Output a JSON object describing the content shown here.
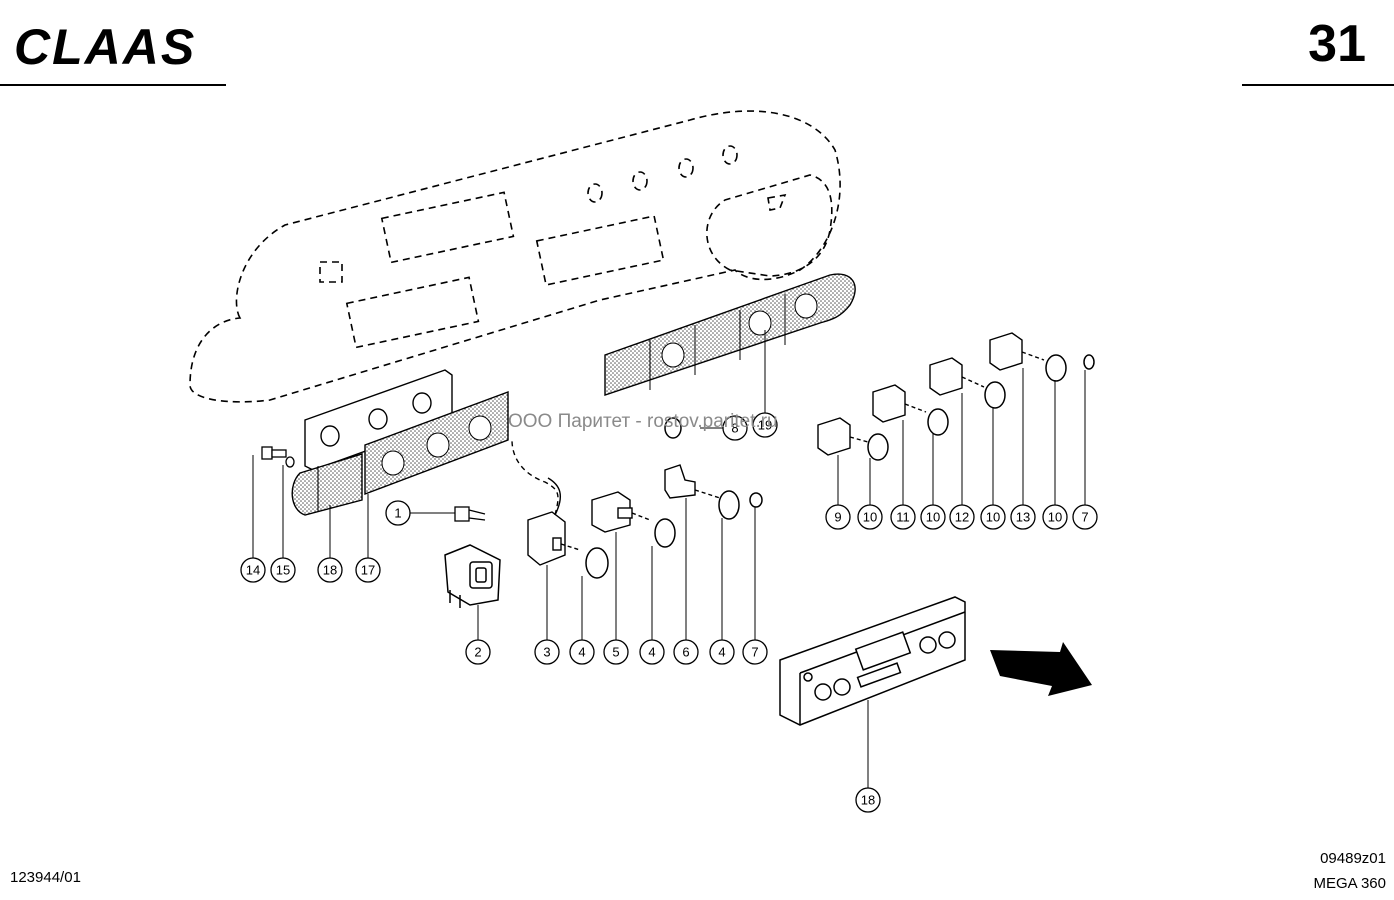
{
  "header": {
    "brand": "CLAAS",
    "page_number": "31"
  },
  "footer": {
    "document_code": "123944/01",
    "drawing_code": "09489z01",
    "model": "MEGA 360"
  },
  "watermark": "ООО Паритет - rostov.paritet.ru",
  "callouts": {
    "c1": "1",
    "c2": "2",
    "c3": "3",
    "c4a": "4",
    "c5": "5",
    "c4b": "4",
    "c6": "6",
    "c4c": "4",
    "c7a": "7",
    "c9": "9",
    "c10a": "10",
    "c11": "11",
    "c10b": "10",
    "c12": "12",
    "c10c": "10",
    "c13": "13",
    "c10d": "10",
    "c7b": "7",
    "c14": "14",
    "c15": "15",
    "c18a": "18",
    "c17": "17",
    "c18b": "18",
    "c19": "19",
    "c8": "8"
  }
}
